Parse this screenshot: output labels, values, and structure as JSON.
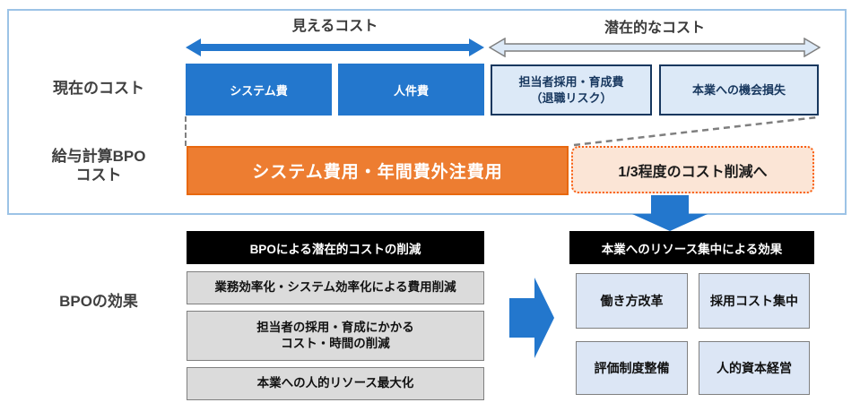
{
  "panel": {
    "visible_cost_label": "見えるコスト",
    "hidden_cost_label": "潜在的なコスト",
    "current_cost_label": "現在のコスト",
    "bpo_cost_label": "給与計算BPO\nコスト",
    "current_boxes": [
      "システム費",
      "人件費"
    ],
    "hidden_boxes": [
      "担当者採用・育成費\n（退職リスク）",
      "本業への機会損失"
    ],
    "bpo_box": "システム費用・年間費外注費用",
    "reduction_box": "1/3程度のコスト削減へ"
  },
  "effects": {
    "section_label": "BPOの効果",
    "left": {
      "header": "BPOによる潜在的コストの削減",
      "items": [
        "業務効率化・システム効率化による費用削減",
        "担当者の採用・育成にかかる\nコスト・時間の削減",
        "本業への人的リソース最大化"
      ]
    },
    "right": {
      "header": "本業へのリソース集中による効果",
      "items": [
        "働き方改革",
        "採用コスト集中",
        "評価制度整備",
        "人的資本経営"
      ]
    }
  },
  "colors": {
    "blue": "#2377CD",
    "light_blue_fill": "#DCE9F7",
    "navy_border": "#17375E",
    "orange_fill": "#ED7D31",
    "orange_border": "#E8680E",
    "peach_fill": "#FBE5D6",
    "dotted_border": "#F95D0E",
    "gray_fill": "#DBDBDB",
    "panel_border": "#9CC3E6",
    "black_header": "#000000"
  }
}
